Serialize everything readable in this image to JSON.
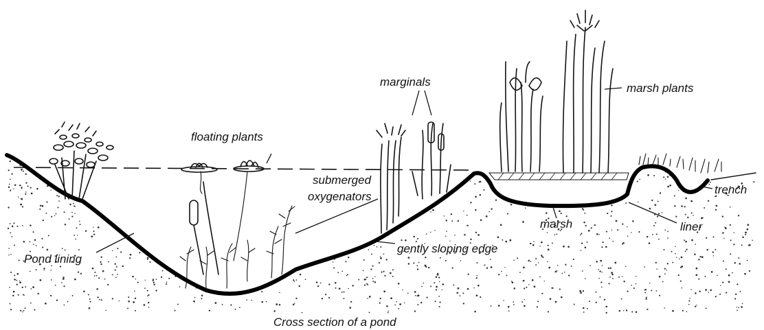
{
  "labels": {
    "floating_plants": "floating plants",
    "marginals": "marginals",
    "marsh_plants": "marsh plants",
    "submerged_line1": "submerged",
    "submerged_line2": "oxygenators",
    "trench": "trench",
    "pond_lining": "Pond lining",
    "gently_sloping_edge": "gently sloping edge",
    "marsh": "marsh",
    "liner": "liner"
  },
  "caption": "Cross section of a pond",
  "colors": {
    "ink": "#111111",
    "background": "#ffffff",
    "liner": "#000000"
  }
}
